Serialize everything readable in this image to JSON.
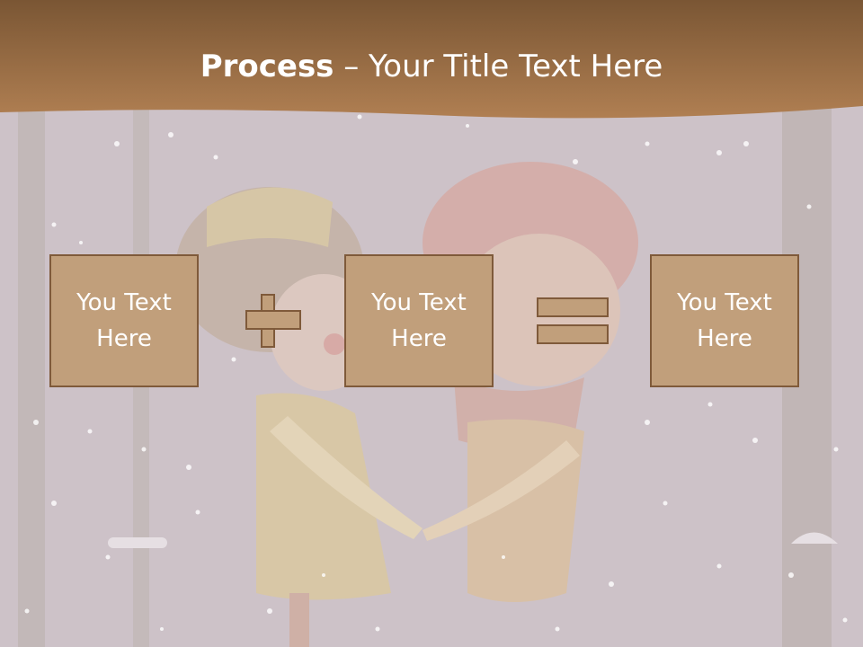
{
  "slide": {
    "title_bold": "Process",
    "title_rest": " – Your Title Text Here"
  },
  "boxes": [
    {
      "text": "You Text Here"
    },
    {
      "text": "You Text Here"
    },
    {
      "text": "You Text Here"
    }
  ],
  "operators": [
    "plus",
    "equals"
  ],
  "colors": {
    "band": "#a9784a",
    "box_fill": "#c19f7b",
    "box_border": "#7f5a3a",
    "background": "#cdc2c8"
  }
}
